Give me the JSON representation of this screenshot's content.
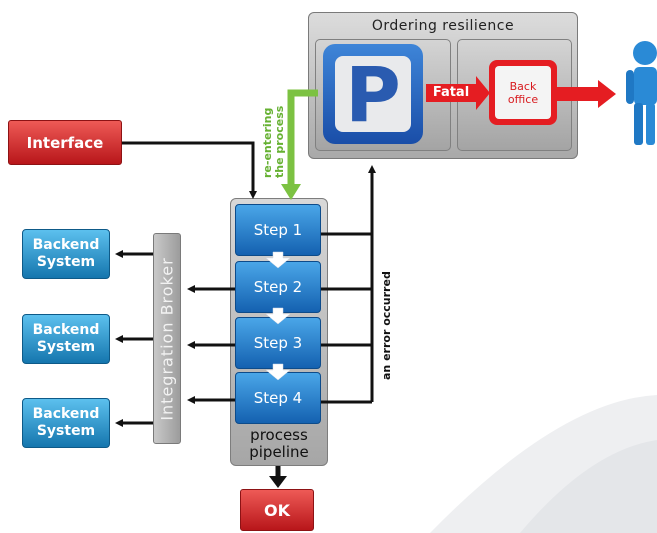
{
  "resilience": {
    "title": "Ordering resilience",
    "p_symbol": "P",
    "back_office": "Back\noffice",
    "fatal": "Fatal"
  },
  "interface": {
    "label": "Interface"
  },
  "reentering": {
    "line1": "re-entering",
    "line2": "the process"
  },
  "error": {
    "label": "an error occurred"
  },
  "broker": {
    "label": "Integration Broker"
  },
  "backends": [
    {
      "label": "Backend\nSystem"
    },
    {
      "label": "Backend\nSystem"
    },
    {
      "label": "Backend\nSystem"
    }
  ],
  "steps": [
    {
      "label": "Step 1"
    },
    {
      "label": "Step 2"
    },
    {
      "label": "Step 3"
    },
    {
      "label": "Step 4"
    }
  ],
  "pipeline": {
    "line1": "process",
    "line2": "pipeline"
  },
  "ok": {
    "label": "OK"
  },
  "colors": {
    "red": "#d62025",
    "blue": "#1a77c9",
    "green": "#7cc242",
    "arrow": "#111111"
  }
}
